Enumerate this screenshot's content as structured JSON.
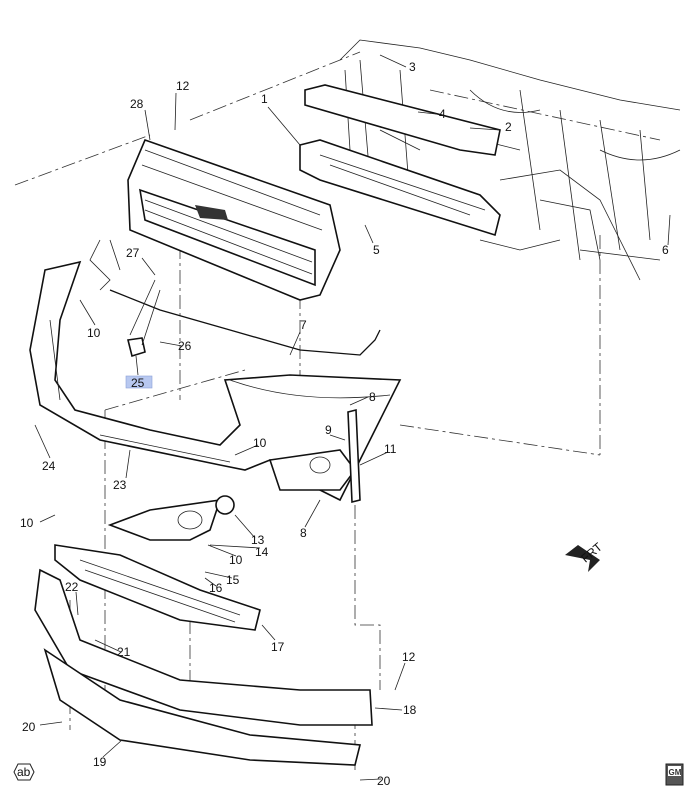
{
  "diagram": {
    "title": "Front bumper and grille assembly exploded view",
    "callouts": [
      "28",
      "12",
      "1",
      "3",
      "4",
      "2",
      "5",
      "6",
      "27",
      "10",
      "26",
      "7",
      "25",
      "24",
      "23",
      "8",
      "9",
      "10",
      "11",
      "10",
      "13",
      "14",
      "8",
      "10",
      "15",
      "16",
      "22",
      "17",
      "21",
      "12",
      "18",
      "20",
      "19",
      "20"
    ],
    "highlighted_callout": "25",
    "highlight_color": "#b8c8f0",
    "front_arrow_label": "FRT",
    "badge_left": "ab",
    "logo": "GM"
  }
}
